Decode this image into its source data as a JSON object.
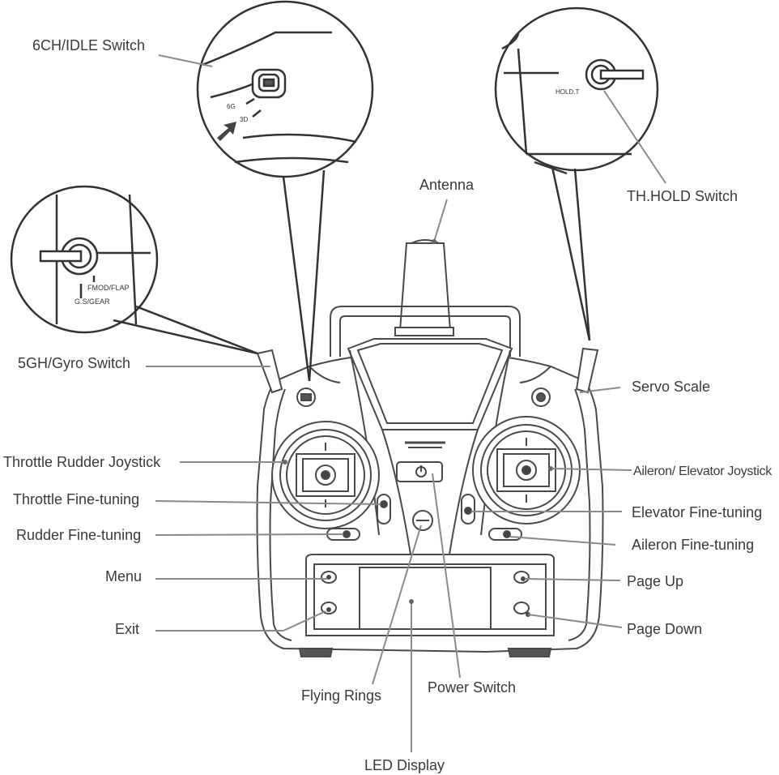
{
  "labels": {
    "ch6_idle_switch": "6CH/IDLE Switch",
    "antenna": "Antenna",
    "th_hold_switch": "TH.HOLD Switch",
    "gh5_gyro_switch": "5GH/Gyro Switch",
    "servo_scale": "Servo Scale",
    "throttle_rudder_joystick": "Throttle Rudder Joystick",
    "aileron_elevator_joystick": "Aileron/ Elevator Joystick",
    "throttle_fine_tuning": "Throttle Fine-tuning",
    "elevator_fine_tuning": "Elevator Fine-tuning",
    "rudder_fine_tuning": "Rudder Fine-tuning",
    "aileron_fine_tuning": "Aileron Fine-tuning",
    "menu": "Menu",
    "page_up": "Page Up",
    "exit": "Exit",
    "page_down": "Page Down",
    "flying_rings": "Flying Rings",
    "power_switch": "Power Switch",
    "led_display": "LED Display"
  },
  "callouts": {
    "idle_6g": "6G",
    "idle_3d": "3D",
    "hold_t": "HOLD.T",
    "fmod_flap": "FMOD/FLAP",
    "gs_gear": "G.S/GEAR"
  },
  "colors": {
    "line": "#555555",
    "leader": "#888888",
    "background": "#ffffff"
  }
}
